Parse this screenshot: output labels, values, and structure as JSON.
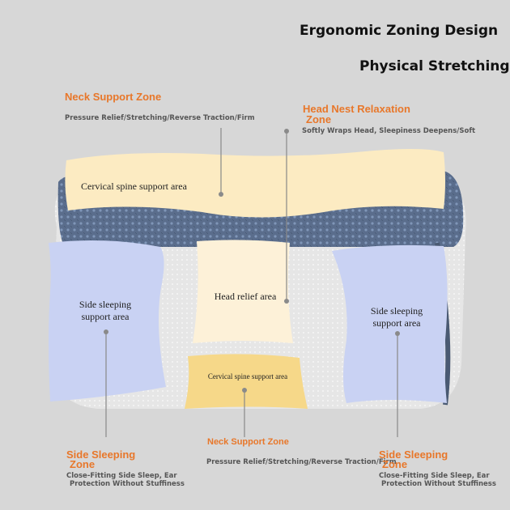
{
  "titles": {
    "main": "Ergonomic Zoning Design",
    "sub": "Physical Stretching"
  },
  "zones": {
    "neck_top": {
      "label": "Neck Support Zone",
      "desc": "Pressure Relief/Stretching/Reverse Traction/Firm"
    },
    "head_nest": {
      "label_line1": "Head Nest Relaxation",
      "label_line2": "Zone",
      "desc": "Softly Wraps Head, Sleepiness Deepens/Soft"
    },
    "side_left": {
      "label_line1": "Side Sleeping",
      "label_line2": "Zone",
      "desc_line1": "Close-Fitting Side Sleep, Ear",
      "desc_line2": "Protection Without Stuffiness"
    },
    "neck_bottom": {
      "label": "Neck Support Zone",
      "desc": "Pressure Relief/Stretching/Reverse Traction/Firm"
    },
    "side_right": {
      "label_line1": "Side Sleeping",
      "label_line2": "Zone",
      "desc_line1": "Close-Fitting Side Sleep, Ear",
      "desc_line2": "Protection Without Stuffiness"
    }
  },
  "areas": {
    "cervical_top": "Cervical spine support area",
    "head_relief": "Head relief area",
    "side_left_1": "Side sleeping",
    "side_left_2": "support area",
    "side_right_1": "Side sleeping",
    "side_right_2": "support area",
    "cervical_bottom": "Cervical spine support area"
  },
  "colors": {
    "background": "#d7d7d7",
    "zone_label": "#e8772a",
    "cervical_fill": "#fcebc2",
    "side_fill": "#c9d2f3",
    "knit_blue": "#5d7090"
  }
}
